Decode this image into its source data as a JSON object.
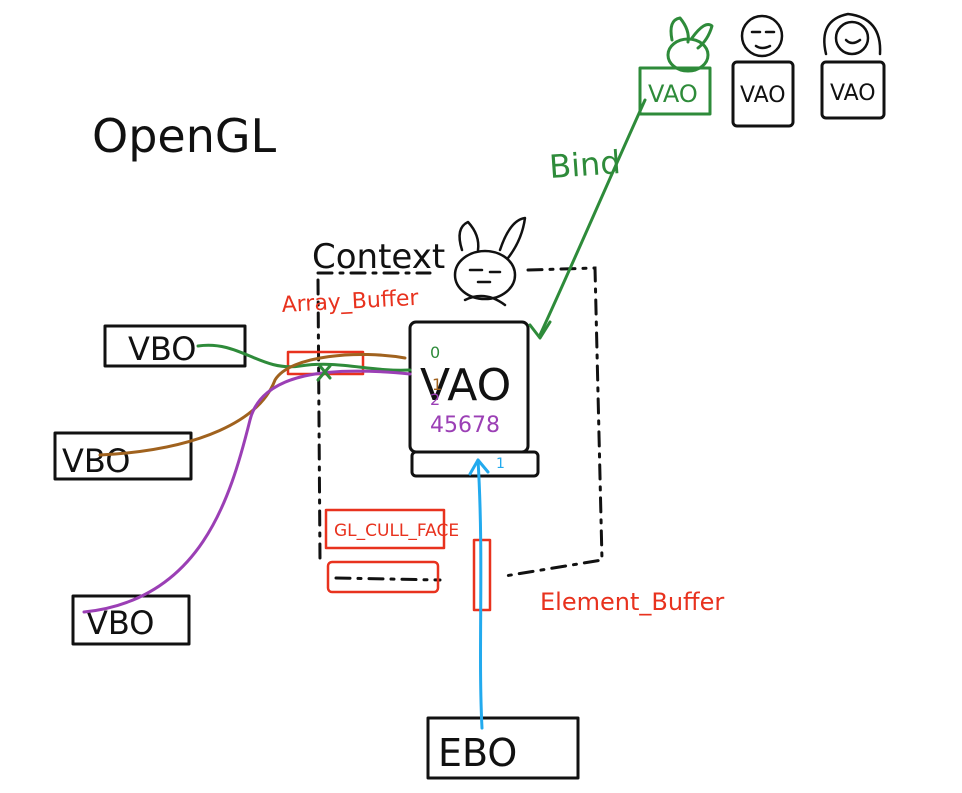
{
  "title": "OpenGL",
  "context_label": "Context",
  "array_buffer_label": "Array_Buffer",
  "element_buffer_label": "Element_Buffer",
  "bind_label": "Bind",
  "vao_label": "VAO",
  "vao_slots_text": "45678",
  "vao_slot0": "0",
  "vao_slot1": "1",
  "vao_slot2": "2",
  "vao_bottom_mark": "1",
  "cull_label": "GL_CULL_FACE",
  "vbo_labels": [
    "VBO",
    "VBO",
    "VBO"
  ],
  "ebo_label": "EBO",
  "vao_stack_labels": [
    "VAO",
    "VAO",
    "VAO"
  ],
  "colors": {
    "ink": "#111111",
    "red": "#e8321e",
    "green": "#2e8b3a",
    "brown": "#a0621e",
    "purple": "#9b3fb5",
    "cyan": "#22aaee"
  }
}
